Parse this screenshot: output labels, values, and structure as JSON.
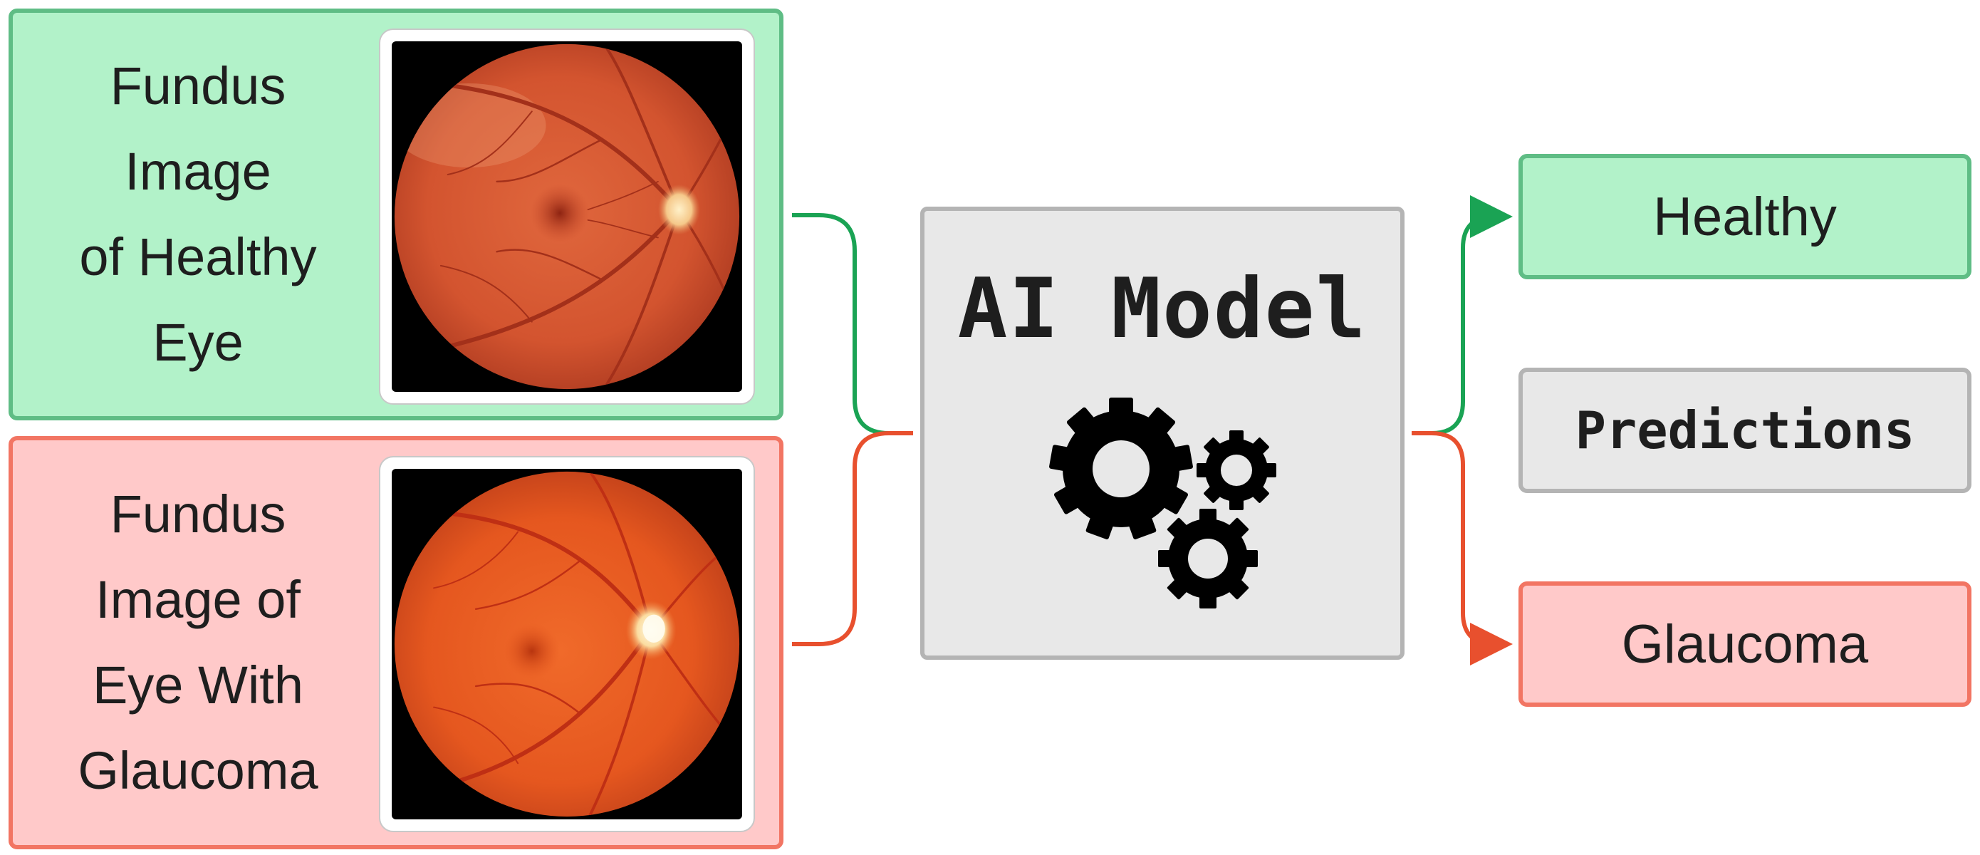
{
  "inputs": {
    "healthy": {
      "label_lines": [
        "Fundus",
        "Image",
        "of Healthy",
        "Eye"
      ],
      "accent": "#5fbd85",
      "fill": "#b2f2c9",
      "image": "fundus-photo-healthy"
    },
    "glaucoma": {
      "label_lines": [
        "Fundus",
        "Image of",
        "Eye With",
        "Glaucoma"
      ],
      "accent": "#f27563",
      "fill": "#ffc9c9",
      "image": "fundus-photo-glaucoma"
    }
  },
  "model": {
    "title": "AI Model",
    "icon": "gears-icon"
  },
  "outputs": {
    "healthy_label": "Healthy",
    "predictions_label": "Predictions",
    "glaucoma_label": "Glaucoma"
  },
  "colors": {
    "green_line": "#1aa354",
    "red_line": "#e8502e",
    "gray_border": "#b4b4b4",
    "gray_fill": "#e8e8e8"
  }
}
